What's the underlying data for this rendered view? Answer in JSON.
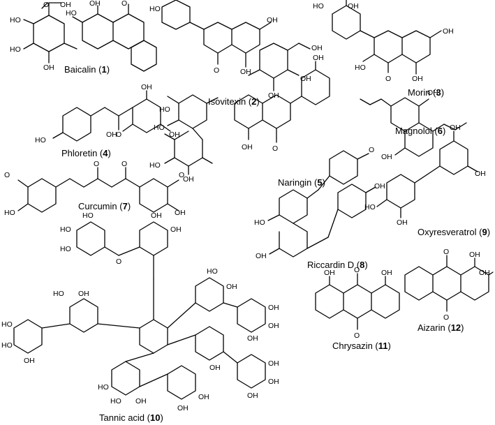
{
  "compounds": [
    {
      "name": "Baicalin",
      "number": "1"
    },
    {
      "name": "Isovitexin",
      "number": "2"
    },
    {
      "name": "Morin",
      "number": "3"
    },
    {
      "name": "Phloretin",
      "number": "4"
    },
    {
      "name": "Naringin",
      "number": "5"
    },
    {
      "name": "Magnolol",
      "number": "6"
    },
    {
      "name": "Curcumin",
      "number": "7"
    },
    {
      "name": "Riccardin D",
      "number": "8"
    },
    {
      "name": "Oxyresveratrol",
      "number": "9"
    },
    {
      "name": "Tannic acid",
      "number": "10"
    },
    {
      "name": "Chrysazin",
      "number": "11"
    },
    {
      "name": "Aizarin",
      "number": "12"
    }
  ],
  "atoms": {
    "oh": "OH",
    "ho": "HO",
    "o": "O",
    "ome": "O"
  }
}
